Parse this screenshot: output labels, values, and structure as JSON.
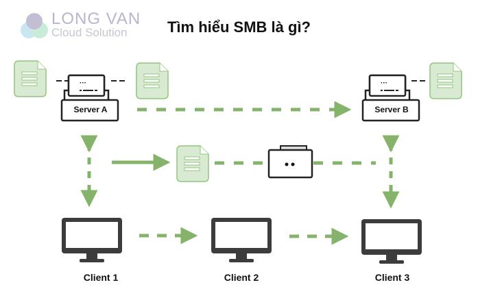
{
  "title": "Tìm hiểu SMB là gì?",
  "logo": {
    "line1": "LONG VAN",
    "line2": "Cloud Solution"
  },
  "servers": [
    "Server A",
    "Server B"
  ],
  "clients": [
    "Client 1",
    "Client 2",
    "Client 3"
  ],
  "colors": {
    "arrow": "#86b36b",
    "doc_fill": "#d9ead3",
    "doc_stroke": "#93c47d",
    "device": "#333333"
  }
}
